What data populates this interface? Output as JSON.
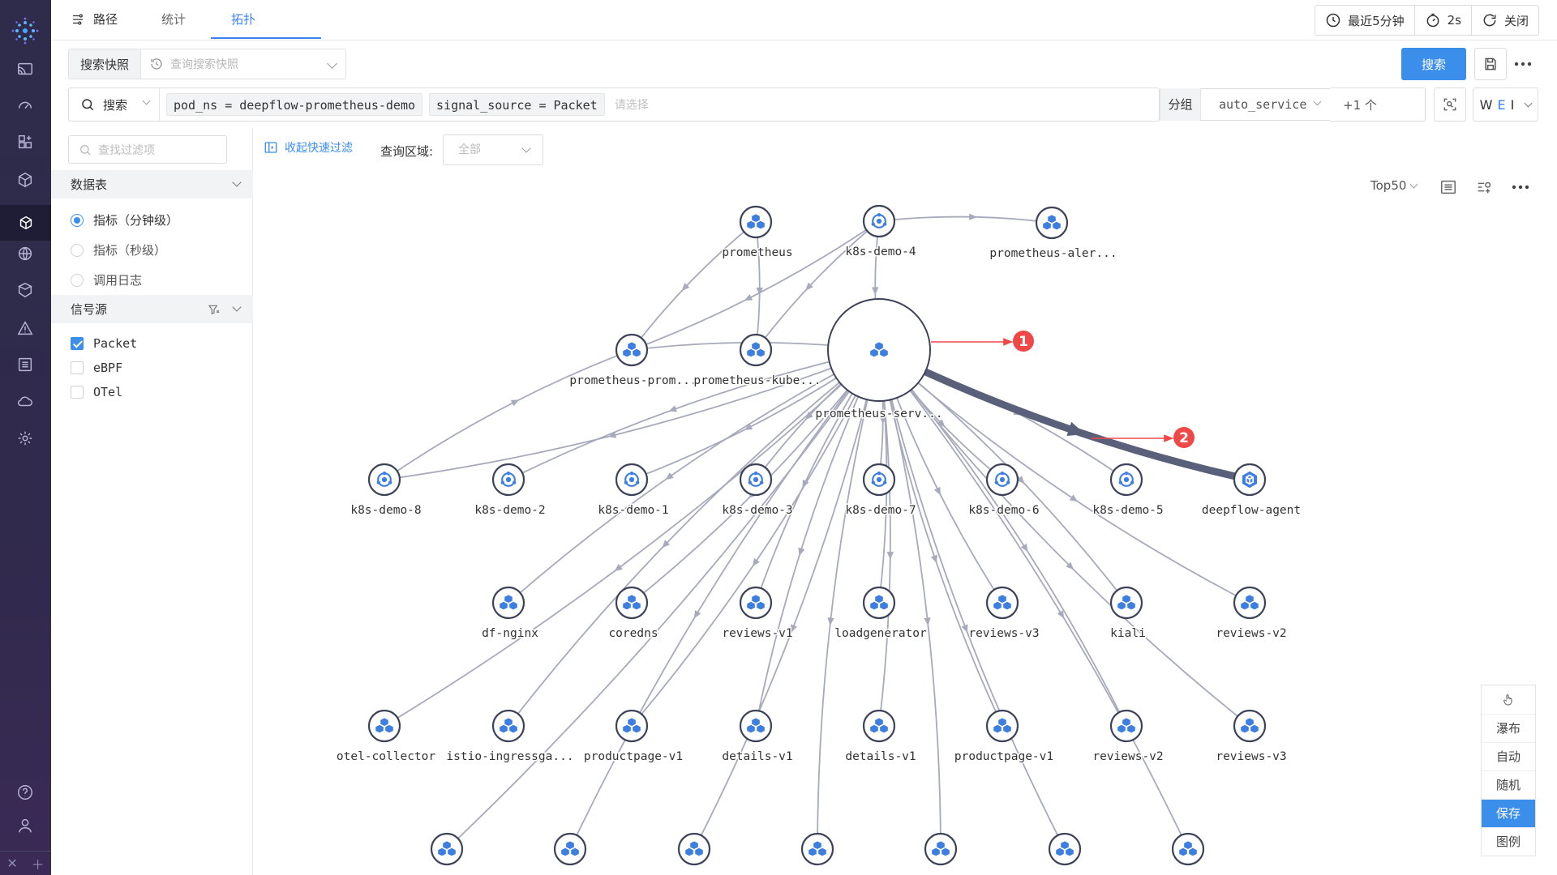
{
  "tabs": [
    {
      "label": "路径",
      "active": false
    },
    {
      "label": "统计",
      "active": false
    },
    {
      "label": "拓扑",
      "active": true
    }
  ],
  "time_controls": {
    "range": "最近5分钟",
    "interval": "2s",
    "close": "关闭"
  },
  "snapshot": {
    "label": "搜索快照",
    "placeholder": "查询搜索快照"
  },
  "search_button": "搜索",
  "query": {
    "mode": "搜索",
    "chips": [
      "pod_ns = deepflow-prometheus-demo",
      "signal_source = Packet"
    ],
    "placeholder": "请选择",
    "group_label": "分组",
    "group_value": "auto_service",
    "group_more": "+1 个"
  },
  "weight_selector": {
    "letters": [
      "W",
      "E",
      "I"
    ],
    "colors": {
      "W": "#333333",
      "E": "#3b82f6",
      "I": "#333333"
    }
  },
  "sidebar": {
    "filter_placeholder": "查找过滤项",
    "table_section": "数据表",
    "tables": [
      {
        "label": "指标（分钟级）",
        "selected": true
      },
      {
        "label": "指标（秒级）",
        "selected": false
      },
      {
        "label": "调用日志",
        "selected": false
      }
    ],
    "signal_section": "信号源",
    "signals": [
      {
        "label": "Packet",
        "checked": true
      },
      {
        "label": "eBPF",
        "checked": false
      },
      {
        "label": "OTel",
        "checked": false
      }
    ]
  },
  "quick_filter": "收起快速过滤",
  "region": {
    "label": "查询区域:",
    "value": "全部"
  },
  "top_select": "Top50",
  "annotations": [
    "1",
    "2"
  ],
  "layout_panel": [
    "瀑布",
    "自动",
    "随机",
    "保存",
    "图例"
  ],
  "layout_active": "保存",
  "colors": {
    "accent": "#3b8eea",
    "node": "#3d7fe0",
    "edge": "#a6aabb",
    "heavy_edge": "#5a5f7a",
    "annotation": "#f04848"
  },
  "nodes": [
    {
      "id": "prometheus",
      "label": "prometheus",
      "icon": "service"
    },
    {
      "id": "k8s-demo-4",
      "label": "k8s-demo-4",
      "icon": "node"
    },
    {
      "id": "prometheus-alert",
      "label": "prometheus-aler...",
      "icon": "service"
    },
    {
      "id": "prometheus-prom",
      "label": "prometheus-prom...",
      "icon": "service"
    },
    {
      "id": "prometheus-kube",
      "label": "prometheus-kube...",
      "icon": "service"
    },
    {
      "id": "prometheus-serv",
      "label": "prometheus-serv...",
      "icon": "service"
    },
    {
      "id": "k8s-demo-8",
      "label": "k8s-demo-8",
      "icon": "node"
    },
    {
      "id": "k8s-demo-2",
      "label": "k8s-demo-2",
      "icon": "node"
    },
    {
      "id": "k8s-demo-1",
      "label": "k8s-demo-1",
      "icon": "node"
    },
    {
      "id": "k8s-demo-3",
      "label": "k8s-demo-3",
      "icon": "node"
    },
    {
      "id": "k8s-demo-7",
      "label": "k8s-demo-7",
      "icon": "node"
    },
    {
      "id": "k8s-demo-6",
      "label": "k8s-demo-6",
      "icon": "node"
    },
    {
      "id": "k8s-demo-5",
      "label": "k8s-demo-5",
      "icon": "node"
    },
    {
      "id": "deepflow-agent",
      "label": "deepflow-agent",
      "icon": "agent"
    },
    {
      "id": "df-nginx",
      "label": "df-nginx",
      "icon": "service"
    },
    {
      "id": "coredns",
      "label": "coredns",
      "icon": "service"
    },
    {
      "id": "reviews-v1",
      "label": "reviews-v1",
      "icon": "service"
    },
    {
      "id": "loadgenerator",
      "label": "loadgenerator",
      "icon": "service"
    },
    {
      "id": "reviews-v3",
      "label": "reviews-v3",
      "icon": "service"
    },
    {
      "id": "kiali",
      "label": "kiali",
      "icon": "service"
    },
    {
      "id": "reviews-v2",
      "label": "reviews-v2",
      "icon": "service"
    },
    {
      "id": "otel-collector",
      "label": "otel-collector",
      "icon": "service"
    },
    {
      "id": "istio-ingressga",
      "label": "istio-ingressga...",
      "icon": "service"
    },
    {
      "id": "productpage-v1",
      "label": "productpage-v1",
      "icon": "service"
    },
    {
      "id": "details-v1",
      "label": "details-v1",
      "icon": "service"
    },
    {
      "id": "details-v1-b",
      "label": "details-v1",
      "icon": "service"
    },
    {
      "id": "productpage-v1-b",
      "label": "productpage-v1",
      "icon": "service"
    },
    {
      "id": "reviews-v2-b",
      "label": "reviews-v2",
      "icon": "service"
    },
    {
      "id": "reviews-v3-b",
      "label": "reviews-v3",
      "icon": "service"
    },
    {
      "id": "r5-1",
      "label": "",
      "icon": "service"
    },
    {
      "id": "r5-2",
      "label": "",
      "icon": "service"
    },
    {
      "id": "r5-3",
      "label": "",
      "icon": "service"
    },
    {
      "id": "r5-4",
      "label": "",
      "icon": "service"
    },
    {
      "id": "r5-5",
      "label": "",
      "icon": "service"
    },
    {
      "id": "r5-6",
      "label": "",
      "icon": "service"
    },
    {
      "id": "r5-7",
      "label": "",
      "icon": "service"
    }
  ],
  "edges": [
    [
      "k8s-demo-4",
      "prometheus-alert"
    ],
    [
      "k8s-demo-4",
      "prometheus-serv"
    ],
    [
      "k8s-demo-4",
      "prometheus-prom"
    ],
    [
      "k8s-demo-4",
      "prometheus-kube"
    ],
    [
      "prometheus",
      "prometheus-kube"
    ],
    [
      "prometheus",
      "prometheus-prom"
    ],
    [
      "k8s-demo-8",
      "prometheus-prom"
    ],
    [
      "prometheus-serv",
      "prometheus-prom"
    ],
    [
      "prometheus-serv",
      "k8s-demo-8"
    ],
    [
      "prometheus-serv",
      "k8s-demo-2"
    ],
    [
      "prometheus-serv",
      "k8s-demo-1"
    ],
    [
      "prometheus-serv",
      "k8s-demo-3"
    ],
    [
      "prometheus-serv",
      "k8s-demo-7"
    ],
    [
      "prometheus-serv",
      "k8s-demo-6"
    ],
    [
      "prometheus-serv",
      "k8s-demo-5"
    ],
    [
      "prometheus-serv",
      "df-nginx"
    ],
    [
      "prometheus-serv",
      "coredns"
    ],
    [
      "prometheus-serv",
      "reviews-v1"
    ],
    [
      "prometheus-serv",
      "loadgenerator"
    ],
    [
      "prometheus-serv",
      "reviews-v3"
    ],
    [
      "prometheus-serv",
      "kiali"
    ],
    [
      "prometheus-serv",
      "reviews-v2"
    ],
    [
      "prometheus-serv",
      "otel-collector"
    ],
    [
      "prometheus-serv",
      "istio-ingressga"
    ],
    [
      "prometheus-serv",
      "productpage-v1"
    ],
    [
      "prometheus-serv",
      "details-v1"
    ],
    [
      "prometheus-serv",
      "details-v1-b"
    ],
    [
      "prometheus-serv",
      "productpage-v1-b"
    ],
    [
      "prometheus-serv",
      "reviews-v2-b"
    ],
    [
      "prometheus-serv",
      "reviews-v3-b"
    ],
    [
      "prometheus-serv",
      "r5-1"
    ],
    [
      "prometheus-serv",
      "r5-2"
    ],
    [
      "prometheus-serv",
      "r5-3"
    ],
    [
      "prometheus-serv",
      "r5-4"
    ],
    [
      "prometheus-serv",
      "r5-5"
    ],
    [
      "prometheus-serv",
      "r5-6"
    ],
    [
      "prometheus-serv",
      "r5-7"
    ],
    [
      "prometheus-serv",
      "deepflow-agent",
      "heavy"
    ]
  ]
}
